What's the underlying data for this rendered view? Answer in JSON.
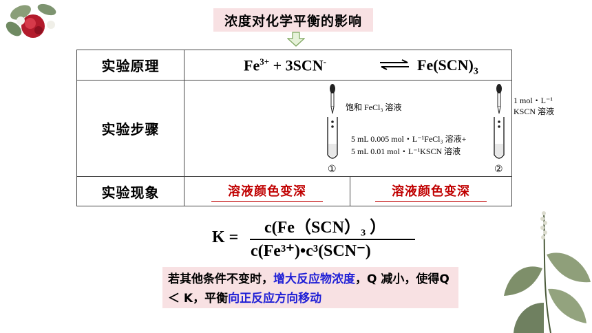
{
  "title": "浓度对化学平衡的影响",
  "table": {
    "row1_label": "实验原理",
    "row2_label": "实验步骤",
    "row3_label": "实验现象",
    "equation": {
      "fe": "Fe",
      "fe_charge": "3+",
      "plus_3": " + 3SCN",
      "scn_charge": "-",
      "product": "Fe(SCN)",
      "product_sub": "3"
    },
    "step1": {
      "dropper_label": "饱和 FeCl₃ 溶液",
      "tube_label_1": "5 mL 0.005 mol・L⁻¹FeCl₃ 溶液+",
      "tube_label_2": "5 mL 0.01 mol・L⁻¹KSCN 溶液",
      "number": "①"
    },
    "step2": {
      "dropper_label_1": "1 mol・L⁻¹",
      "dropper_label_2": "KSCN 溶液",
      "number": "②"
    },
    "observation_1": "溶液颜色变深",
    "observation_2": "溶液颜色变深"
  },
  "formula": {
    "k": "K =",
    "numerator": "c(Fe（SCN）₃ ）",
    "denominator": "c(Fe³⁺)•c³(SCN⁻)"
  },
  "note": {
    "part1": "若其他条件不变时，",
    "part2": "增大反应物浓度",
    "part3": "，Q 减小，使得Q ＜ K，平衡",
    "part4": "向正反应方向移动"
  },
  "colors": {
    "highlight_bg": "#f8e1e3",
    "red_text": "#c00000",
    "blue_text": "#1f1fd6"
  }
}
